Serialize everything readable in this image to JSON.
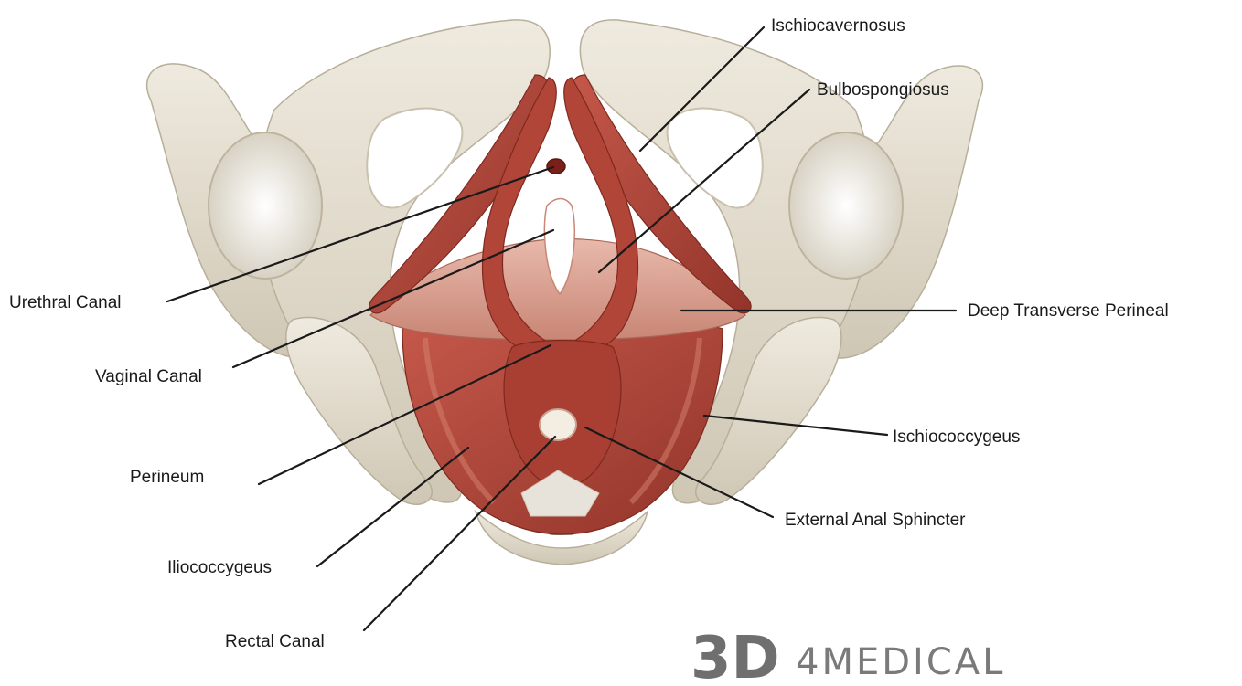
{
  "labels": {
    "ischiocavernosus": "Ischiocavernosus",
    "bulbospongiosus": "Bulbospongiosus",
    "urethral_canal": "Urethral Canal",
    "deep_transverse_perineal": "Deep Transverse Perineal",
    "vaginal_canal": "Vaginal Canal",
    "ischiococcygeus": "Ischiococcygeus",
    "perineum": "Perineum",
    "external_anal_sphincter": "External Anal Sphincter",
    "iliococcygeus": "Iliococcygeus",
    "rectal_canal": "Rectal Canal"
  },
  "brand": {
    "mark": "3D",
    "name": "4MEDICAL"
  },
  "colors": {
    "bone": "#e6e0d2",
    "bone_shade": "#c9c1ae",
    "muscle": "#b5473a",
    "muscle_dark": "#8e2f25",
    "muscle_light": "#d98f80"
  }
}
